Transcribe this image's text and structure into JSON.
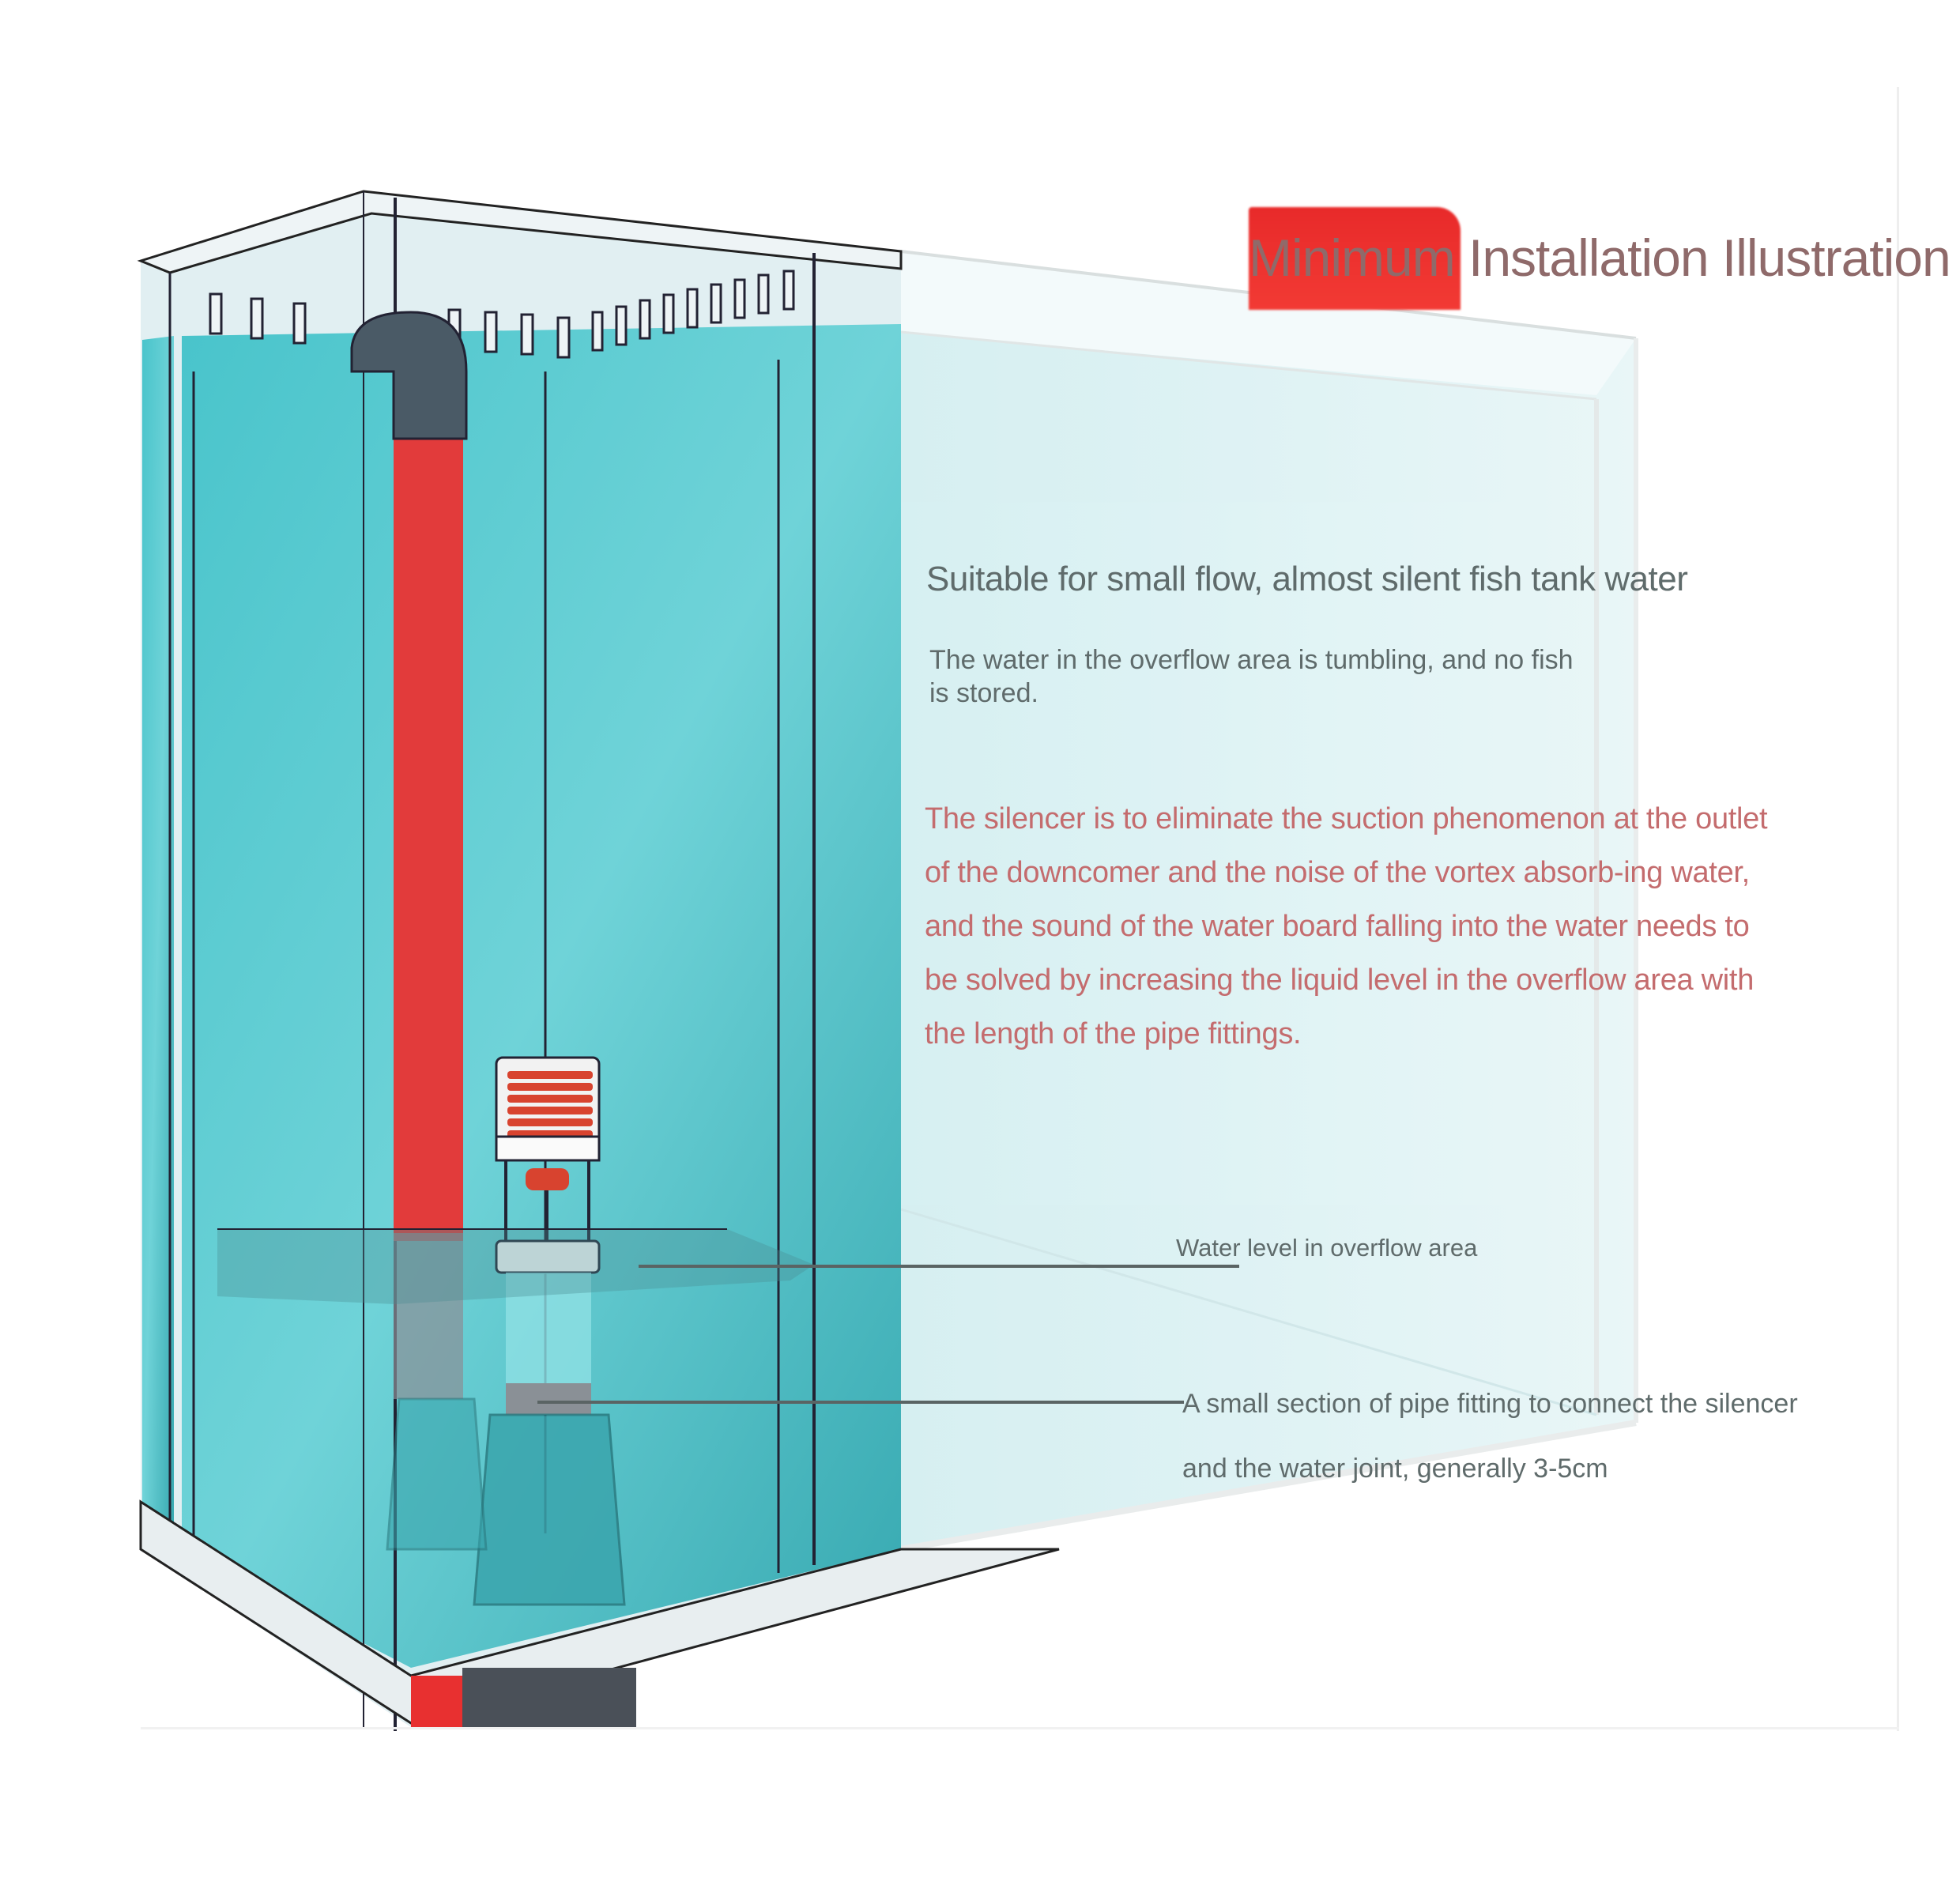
{
  "title": "Minimum Installation Illustration",
  "subtitle": "Suitable for small flow, almost silent fish tank water",
  "note": "The water in the overflow area is tumbling, and no fish is stored.",
  "description": "The silencer is to eliminate the suction phenomenon at the outlet of the downcomer and the noise of the vortex absorb-ing water, and the sound of the water board falling into the water needs to be solved by increasing the liquid level in the overflow area with the length of the pipe fittings.",
  "callouts": [
    {
      "label": "Water level in overflow area"
    },
    {
      "label": "A small section of pipe fitting to connect the silencer and the water joint, generally 3-5cm"
    }
  ],
  "colors": {
    "water": "#3fbcc4",
    "water_light": "#dff3f5",
    "pipe_red": "#e23b3b",
    "elbow_gray": "#4a5a66",
    "title_text": "#8f6a6a",
    "red_text": "#c46c6e",
    "gray_text": "#5f6b6b",
    "title_accent": "#ee2e2e"
  }
}
